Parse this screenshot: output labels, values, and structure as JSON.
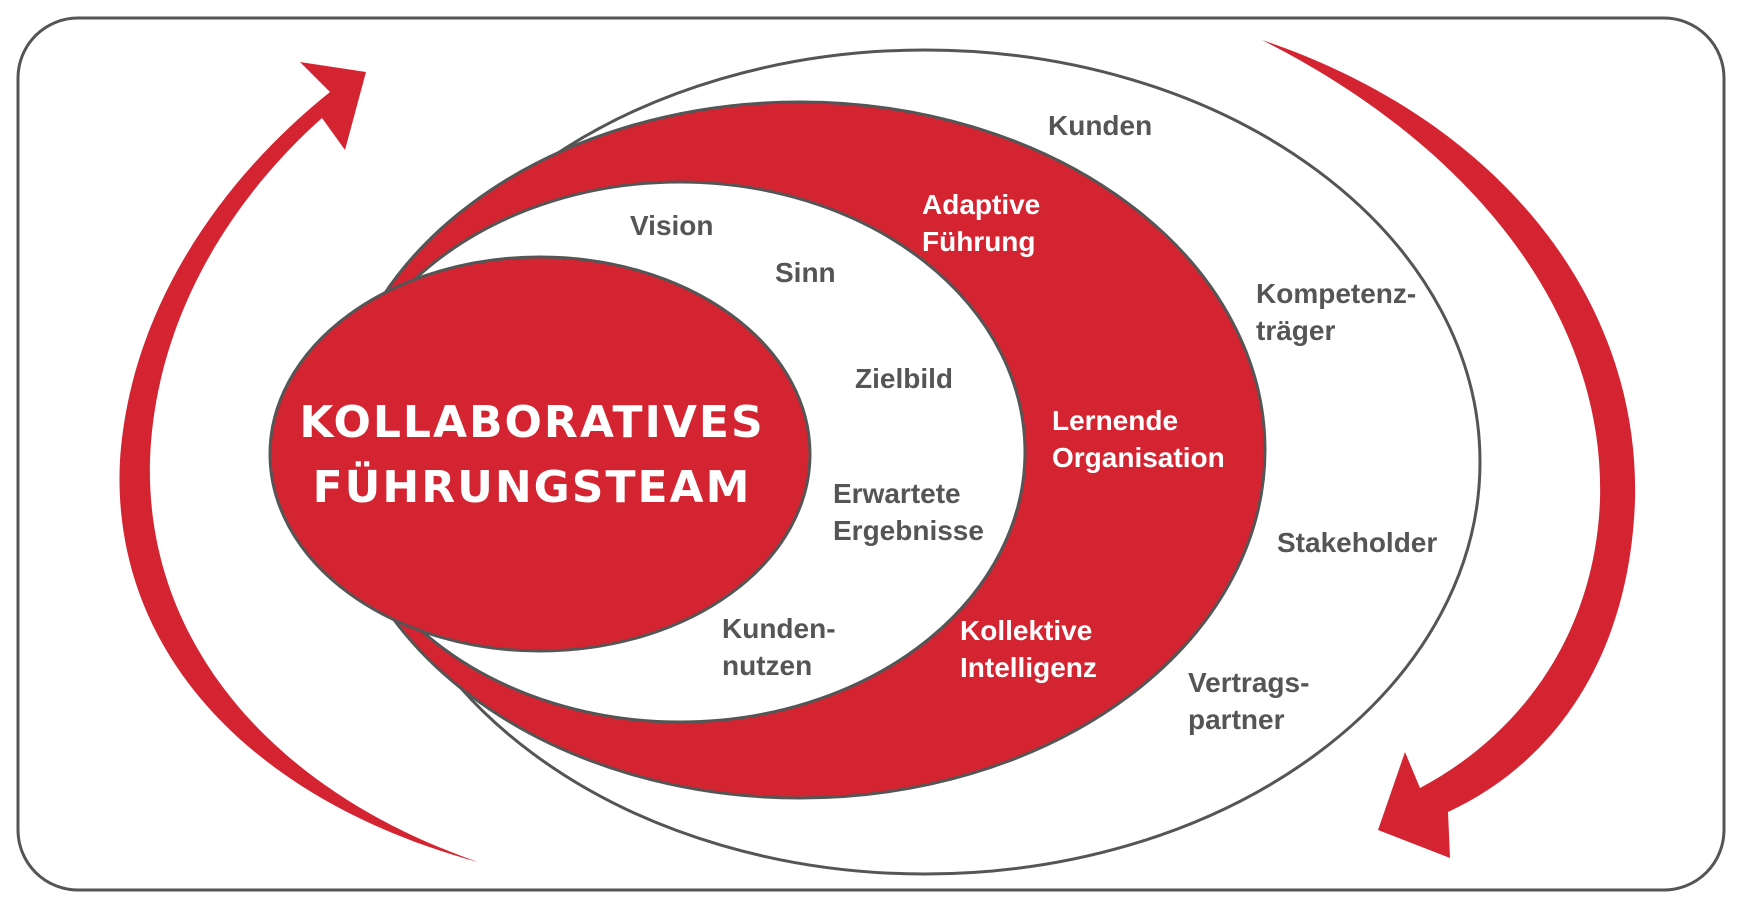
{
  "colors": {
    "accent": "#d42431",
    "outline": "#555555",
    "text_gray": "#555555",
    "text_white": "#ffffff",
    "background": "#ffffff"
  },
  "core": {
    "line1": "KOLLABORATIVES",
    "line2": "FÜHRUNGSTEAM"
  },
  "inner_ring": {
    "vision": "Vision",
    "sinn": "Sinn",
    "zielbild": "Zielbild",
    "erwartete_1": "Erwartete",
    "erwartete_2": "Ergebnisse",
    "kunden_1": "Kunden-",
    "kunden_2": "nutzen"
  },
  "red_ring": {
    "adaptive_1": "Adaptive",
    "adaptive_2": "Führung",
    "lernende_1": "Lernende",
    "lernende_2": "Organisation",
    "kollektive_1": "Kollektive",
    "kollektive_2": "Intelligenz"
  },
  "outer_ring": {
    "kunden": "Kunden",
    "kompetenz_1": "Kompetenz-",
    "kompetenz_2": "träger",
    "stakeholder": "Stakeholder",
    "vertrags_1": "Vertrags-",
    "vertrags_2": "partner"
  },
  "icons": {
    "left_arrow": "curved-arrow-up-icon",
    "right_arrow": "curved-arrow-down-icon"
  }
}
